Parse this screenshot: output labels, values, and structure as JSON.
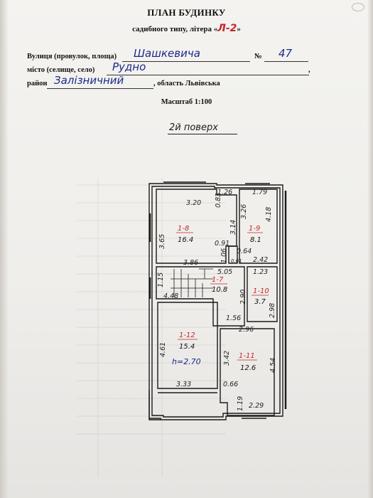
{
  "header": {
    "title": "ПЛАН БУДИНКУ",
    "subtitle_prefix": "садибного типу, літера «",
    "subtitle_letter": "Л-2",
    "subtitle_suffix": "»"
  },
  "address": {
    "street_label": "Вулиця (провулок, площа)",
    "street_value": "Шашкевича",
    "number_label": "№",
    "number_value": "47",
    "city_label": "місто (селище, село)",
    "city_value": "Рудно",
    "district_label": "район",
    "district_value": "Залізничний",
    "region_text": ", область Львівська"
  },
  "scale": "Масштаб 1:100",
  "floor_label": "2й поверх",
  "rooms": [
    {
      "id": "1-8",
      "area": "16.4"
    },
    {
      "id": "1-9",
      "area": "8.1"
    },
    {
      "id": "1-7",
      "area": "10.8"
    },
    {
      "id": "1-10",
      "area": "3.7"
    },
    {
      "id": "1-12",
      "area": "15.4"
    },
    {
      "id": "1-11",
      "area": "12.6"
    }
  ],
  "height_note": "h=2.70",
  "dimensions": {
    "d1": "3.20",
    "d2": "1.26",
    "d3": "1.79",
    "d4": "3.65",
    "d5": "3.14",
    "d6": "0.83",
    "d7": "3.26",
    "d8": "4.18",
    "d9": "0.64",
    "d10": "1.06",
    "d11": "3.86",
    "d12": "5.05",
    "d13": "2.42",
    "d14": "1.23",
    "d15": "4.48",
    "d16": "1.15",
    "d17": "2.90",
    "d18": "2.98",
    "d19": "1.56",
    "d20": "2.96",
    "d21": "4.61",
    "d22": "3.42",
    "d23": "4.54",
    "d24": "3.33",
    "d25": "0.66",
    "d26": "1.19",
    "d27": "2.29",
    "d28": "0.91",
    "d29": "0.61"
  }
}
